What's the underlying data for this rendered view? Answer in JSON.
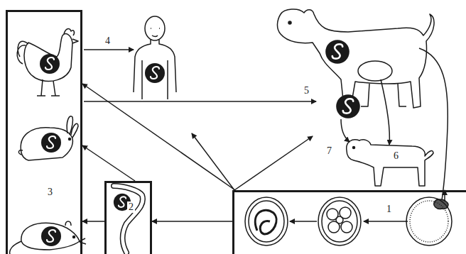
{
  "diagram": {
    "nodes": [
      {
        "text": [
          "3"
        ]
      },
      {
        "text": [
          "2"
        ]
      },
      {
        "text": [
          "1"
        ]
      }
    ],
    "edges": [
      {
        "from": 2,
        "to": 1,
        "arrow": "to"
      },
      {
        "from": 1,
        "to": 0,
        "arrow": "to"
      },
      {
        "from": 1,
        "to": 0,
        "arrow": "to"
      },
      {
        "from": 2,
        "to": 0,
        "arrow": "to"
      }
    ],
    "labels": [
      "4",
      "5",
      "6",
      "7"
    ]
  }
}
